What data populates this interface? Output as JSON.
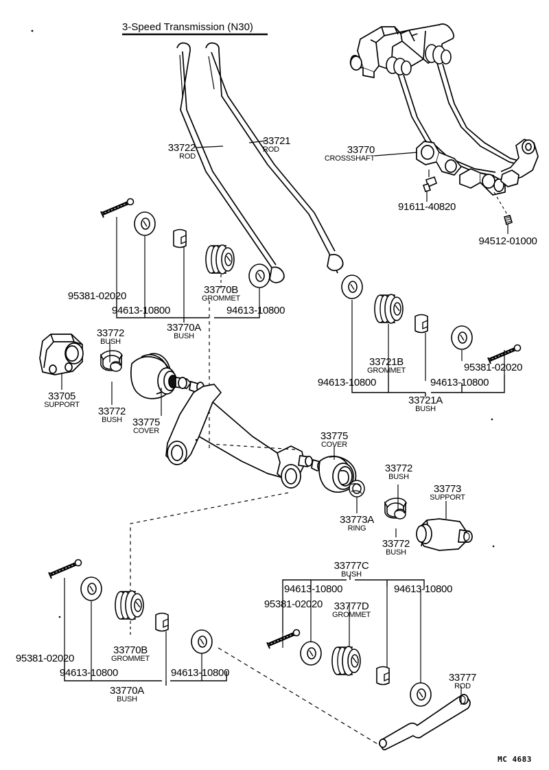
{
  "diagram": {
    "title": "3-Speed Transmission (N30)",
    "sheet_code": "MC 4683",
    "type": "exploded-parts-diagram",
    "subject": "Shift lever linkage / crossshaft assembly",
    "line_color": "#000000",
    "background_color": "#ffffff"
  },
  "labels": {
    "rod_33722": {
      "part": "33722",
      "desc": "ROD"
    },
    "rod_33721": {
      "part": "33721",
      "desc": "ROD"
    },
    "crossshaft_33770": {
      "part": "33770",
      "desc": "CROSSSHAFT"
    },
    "bolt_91611": {
      "part": "91611-40820",
      "desc": ""
    },
    "nut_94512": {
      "part": "94512-01000",
      "desc": ""
    },
    "bolt_95381_top": {
      "part": "95381-02020",
      "desc": ""
    },
    "washer_94613_top_left": {
      "part": "94613-10800",
      "desc": ""
    },
    "grommet_33770b_top": {
      "part": "33770B",
      "desc": "GROMMET"
    },
    "washer_94613_top_right": {
      "part": "94613-10800",
      "desc": ""
    },
    "bush_33770a_top": {
      "part": "33770A",
      "desc": "BUSH"
    },
    "bush_33772_upper": {
      "part": "33772",
      "desc": "BUSH"
    },
    "bush_33772_lower": {
      "part": "33772",
      "desc": "BUSH"
    },
    "support_33705": {
      "part": "33705",
      "desc": "SUPPORT"
    },
    "cover_33775_left": {
      "part": "33775",
      "desc": "COVER"
    },
    "washer_94613_mid_left": {
      "part": "94613-10800",
      "desc": ""
    },
    "grommet_33721b": {
      "part": "33721B",
      "desc": "GROMMET"
    },
    "bush_33721a": {
      "part": "33721A",
      "desc": "BUSH"
    },
    "washer_94613_mid_right": {
      "part": "94613-10800",
      "desc": ""
    },
    "bolt_95381_mid": {
      "part": "95381-02020",
      "desc": ""
    },
    "cover_33775_right": {
      "part": "33775",
      "desc": "COVER"
    },
    "ring_33773a": {
      "part": "33773A",
      "desc": "RING"
    },
    "bush_33772_mid_upper": {
      "part": "33772",
      "desc": "BUSH"
    },
    "bush_33772_mid_lower": {
      "part": "33772",
      "desc": "BUSH"
    },
    "support_33773": {
      "part": "33773",
      "desc": "SUPPORT"
    },
    "bolt_95381_bottom_left": {
      "part": "95381-02020",
      "desc": ""
    },
    "washer_94613_bl_left": {
      "part": "94613-10800",
      "desc": ""
    },
    "grommet_33770b_bottom": {
      "part": "33770B",
      "desc": "GROMMET"
    },
    "washer_94613_bl_right": {
      "part": "94613-10800",
      "desc": ""
    },
    "bush_33770a_bottom": {
      "part": "33770A",
      "desc": "BUSH"
    },
    "bush_33777c": {
      "part": "33777C",
      "desc": "BUSH"
    },
    "washer_94613_br_left": {
      "part": "94613-10800",
      "desc": ""
    },
    "bolt_95381_bottom_right": {
      "part": "95381-02020",
      "desc": ""
    },
    "grommet_33777d": {
      "part": "33777D",
      "desc": "GROMMET"
    },
    "washer_94613_br_right": {
      "part": "94613-10800",
      "desc": ""
    },
    "rod_33777": {
      "part": "33777",
      "desc": "ROD"
    }
  },
  "parts_list": [
    {
      "number": "33705",
      "name": "SUPPORT"
    },
    {
      "number": "33721",
      "name": "ROD"
    },
    {
      "number": "33721A",
      "name": "BUSH"
    },
    {
      "number": "33721B",
      "name": "GROMMET"
    },
    {
      "number": "33722",
      "name": "ROD"
    },
    {
      "number": "33770",
      "name": "CROSSSHAFT"
    },
    {
      "number": "33770A",
      "name": "BUSH"
    },
    {
      "number": "33770B",
      "name": "GROMMET"
    },
    {
      "number": "33772",
      "name": "BUSH"
    },
    {
      "number": "33773",
      "name": "SUPPORT"
    },
    {
      "number": "33773A",
      "name": "RING"
    },
    {
      "number": "33775",
      "name": "COVER"
    },
    {
      "number": "33777",
      "name": "ROD"
    },
    {
      "number": "33777C",
      "name": "BUSH"
    },
    {
      "number": "33777D",
      "name": "GROMMET"
    },
    {
      "number": "91611-40820",
      "name": ""
    },
    {
      "number": "94512-01000",
      "name": ""
    },
    {
      "number": "94613-10800",
      "name": ""
    },
    {
      "number": "95381-02020",
      "name": ""
    }
  ]
}
